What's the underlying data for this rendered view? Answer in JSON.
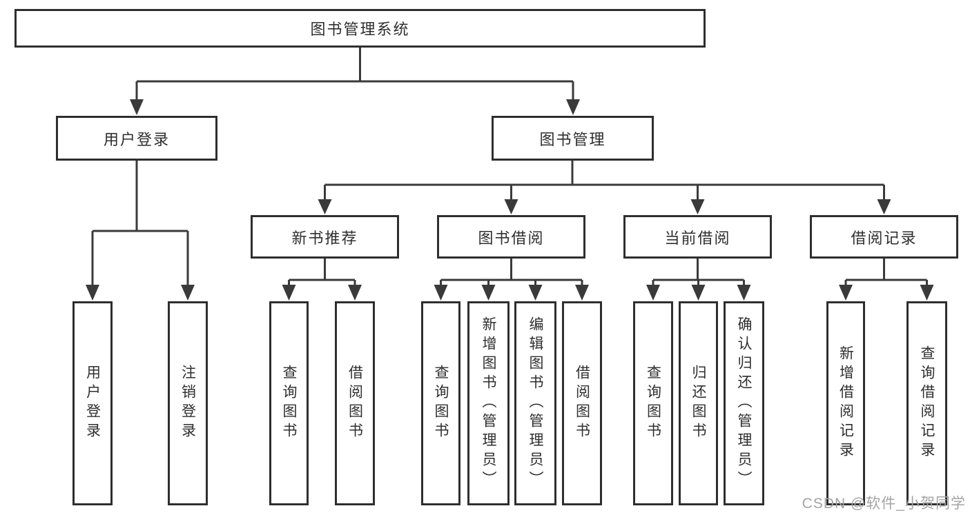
{
  "tree": {
    "root": {
      "label": "图书管理系统"
    },
    "branches": [
      {
        "label": "用户登录",
        "children": [
          {
            "label": "用户登录"
          },
          {
            "label": "注销登录"
          }
        ]
      },
      {
        "label": "图书管理",
        "children": [
          {
            "label": "新书推荐",
            "children": [
              {
                "label": "查询图书"
              },
              {
                "label": "借阅图书"
              }
            ]
          },
          {
            "label": "图书借阅",
            "children": [
              {
                "label": "查询图书"
              },
              {
                "label": "新增图书（管理员）"
              },
              {
                "label": "编辑图书（管理员）"
              },
              {
                "label": "借阅图书"
              }
            ]
          },
          {
            "label": "当前借阅",
            "children": [
              {
                "label": "查询图书"
              },
              {
                "label": "归还图书"
              },
              {
                "label": "确认归还（管理员）"
              }
            ]
          },
          {
            "label": "借阅记录",
            "children": [
              {
                "label": "新增借阅记录"
              },
              {
                "label": "查询借阅记录"
              }
            ]
          }
        ]
      }
    ]
  },
  "watermark": {
    "text": "CSDN @软件_小贺同学"
  },
  "colors": {
    "line": "#3a3a3a",
    "border": "#2e2e2e",
    "text": "#2e2e2e",
    "watermark": "#a3a3a3",
    "background": "#ffffff"
  }
}
